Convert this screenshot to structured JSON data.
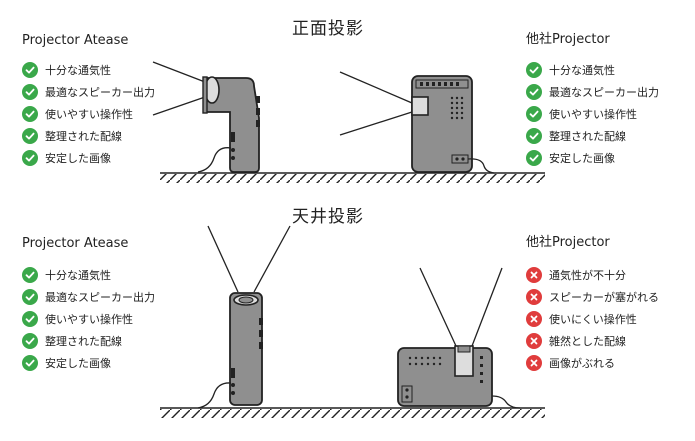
{
  "front": {
    "title": "正面投影",
    "left": {
      "brand": "Projector Atease",
      "items": [
        "十分な通気性",
        "最適なスピーカー出力",
        "使いやすい操作性",
        "整理された配線",
        "安定した画像"
      ],
      "status": "check"
    },
    "right": {
      "brand": "他社Projector",
      "items": [
        "十分な通気性",
        "最適なスピーカー出力",
        "使いやすい操作性",
        "整理された配線",
        "安定した画像"
      ],
      "status": "check"
    }
  },
  "ceiling": {
    "title": "天井投影",
    "left": {
      "brand": "Projector Atease",
      "items": [
        "十分な通気性",
        "最適なスピーカー出力",
        "使いやすい操作性",
        "整理された配線",
        "安定した画像"
      ],
      "status": "check"
    },
    "right": {
      "brand": "他社Projector",
      "items": [
        "通気性が不十分",
        "スピーカーが塞がれる",
        "使いにくい操作性",
        "雑然とした配線",
        "画像がぶれる"
      ],
      "status": "cross"
    }
  },
  "colors": {
    "check": "#3aa84a",
    "cross": "#e03c3c",
    "device": "#8f8f8f"
  },
  "icons": {
    "check": "check-circle-icon",
    "cross": "cross-circle-icon"
  }
}
